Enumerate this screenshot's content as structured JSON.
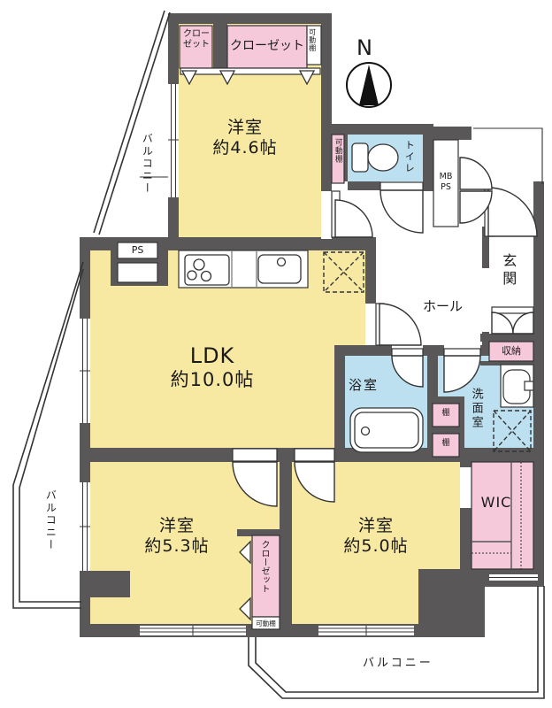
{
  "compass": {
    "label": "N"
  },
  "colors": {
    "wall": "#595757",
    "room_yellow": "#F8E9A2",
    "closet_pink": "#F6C9DA",
    "wet_blue": "#BCE0F0",
    "line": "#1a1a1a"
  },
  "rooms": {
    "bedroom_46": {
      "name": "洋室",
      "size": "約4.6帖"
    },
    "ldk": {
      "name": "LDK",
      "size": "約10.0帖"
    },
    "bedroom_53": {
      "name": "洋室",
      "size": "約5.3帖"
    },
    "bedroom_50": {
      "name": "洋室",
      "size": "約5.0帖"
    },
    "toilet": {
      "label": "トイレ"
    },
    "bath": {
      "label": "浴室"
    },
    "washroom": {
      "label": "洗面室"
    },
    "hall": {
      "label": "ホール"
    },
    "entrance": {
      "label": "玄関"
    },
    "wic": {
      "label": "WIC"
    }
  },
  "storage": {
    "closet_top_small": "クローゼット",
    "closet_top_large": "クローゼット",
    "closet_bottom": "クローゼット",
    "movable_shelf_top": "可動棚",
    "movable_shelf_side": "可動棚",
    "movable_shelf_bottom": "可動棚",
    "hall_storage": "収納",
    "shelf_upper": "棚",
    "shelf_lower": "棚"
  },
  "balconies": {
    "top_left": "バルコニー",
    "left": "バルコニー",
    "bottom": "バルコニー"
  },
  "utilities": {
    "ps": "PS",
    "mb_line1": "MB",
    "mb_line2": "PS"
  }
}
